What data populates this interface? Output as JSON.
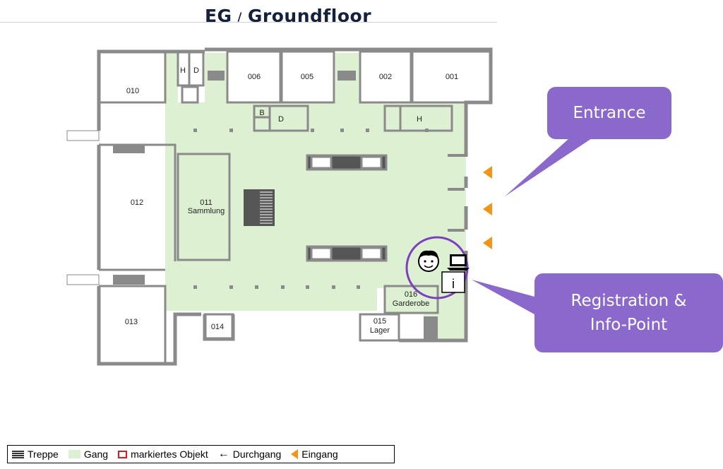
{
  "title": {
    "left": "EG",
    "separator": "/",
    "right": "Groundfloor"
  },
  "rooms": {
    "r010": "010",
    "r012": "012",
    "r011a": "011",
    "r011b": "Sammlung",
    "r013": "013",
    "r014": "014",
    "r015a": "015",
    "r015b": "Lager",
    "r016a": "016",
    "r016b": "Garderobe",
    "r006": "006",
    "r005": "005",
    "r002": "002",
    "r001": "001",
    "h1": "H",
    "d1": "D",
    "b1": "B",
    "d2": "D",
    "h2": "H",
    "info": "i"
  },
  "callouts": {
    "entrance": "Entrance",
    "registration_line1": "Registration &",
    "registration_line2": "Info-Point"
  },
  "legend": {
    "stairs": "Treppe",
    "corridor": "Gang",
    "marked": "markiertes Objekt",
    "passage": "Durchgang",
    "entrance": "Eingang"
  },
  "colors": {
    "corridor": "#def0d2",
    "wall": "#8a8a8a",
    "callout": "#8b68cc",
    "entrance_marker": "#f39418",
    "highlight_circle": "#7b3fbf",
    "marked_object": "#e0191e"
  },
  "icons": [
    "person-face-icon",
    "laptop-icon",
    "info-icon",
    "entrance-arrow-icon",
    "stairs-icon",
    "passage-arrow-icon"
  ]
}
